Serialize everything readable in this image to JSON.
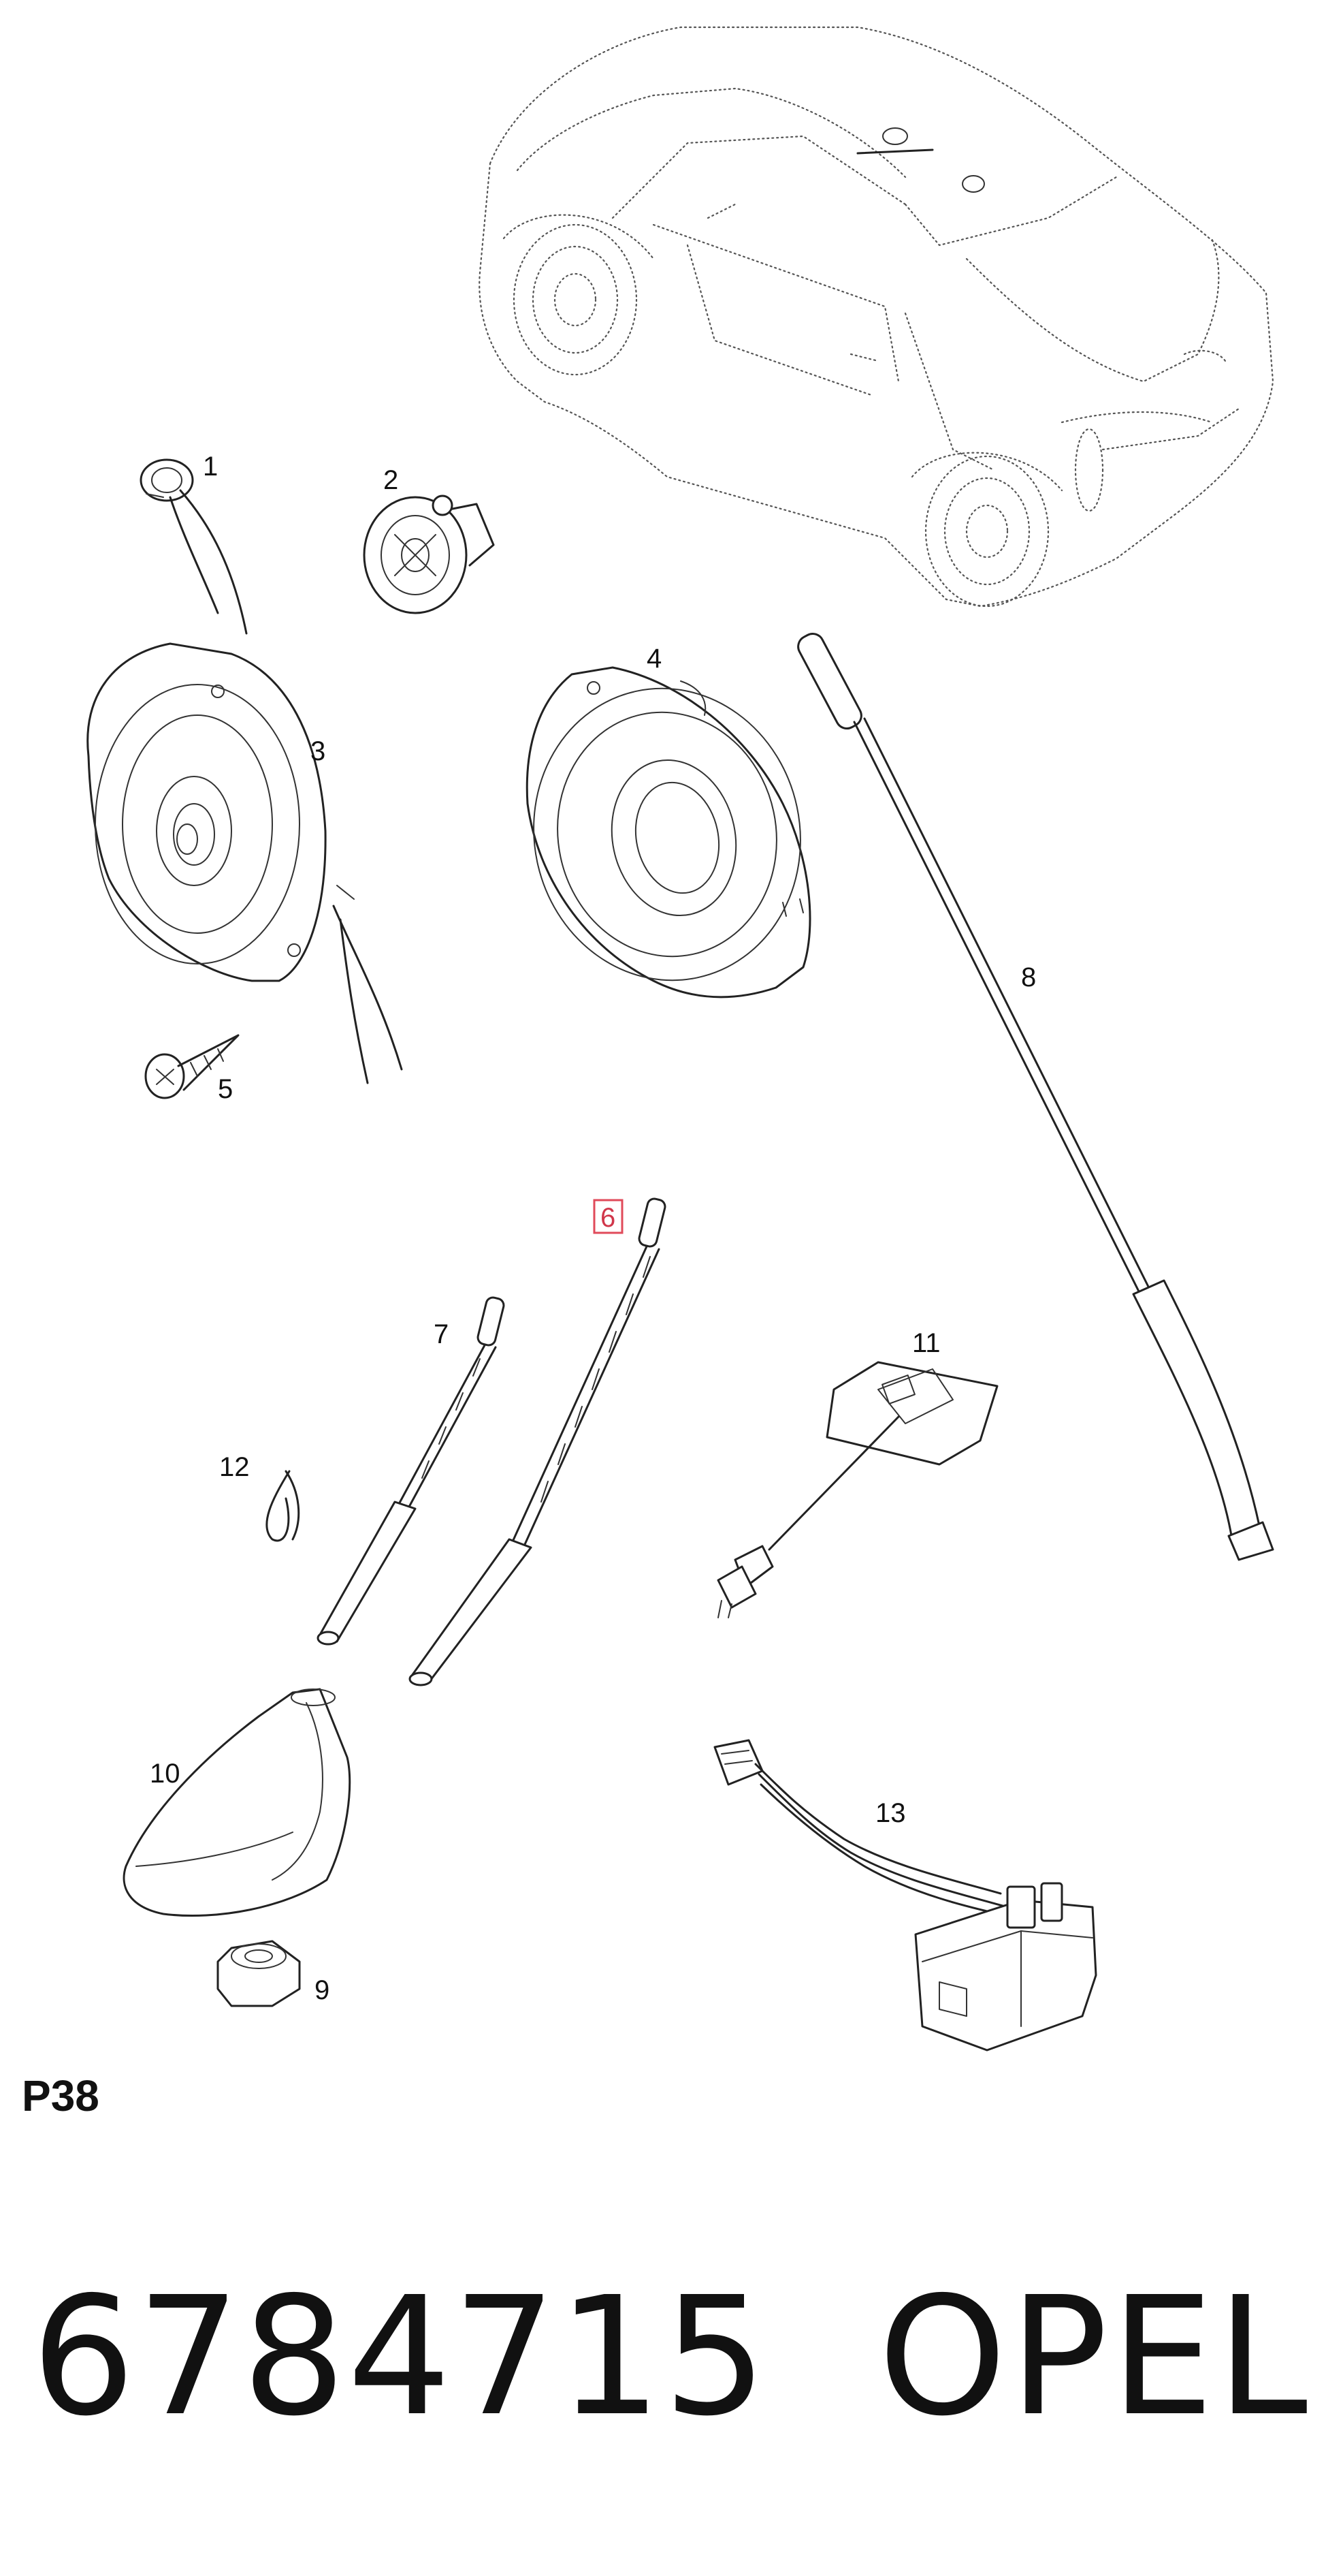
{
  "diagram": {
    "callouts": [
      "1",
      "2",
      "3",
      "4",
      "5",
      "6",
      "7",
      "8",
      "9",
      "10",
      "11",
      "12",
      "13"
    ],
    "highlighted_callout": "6",
    "highlight_color": "#e04a5a"
  },
  "footer": {
    "page_code": "P38",
    "part_number": "6784715",
    "brand": "OPEL"
  }
}
